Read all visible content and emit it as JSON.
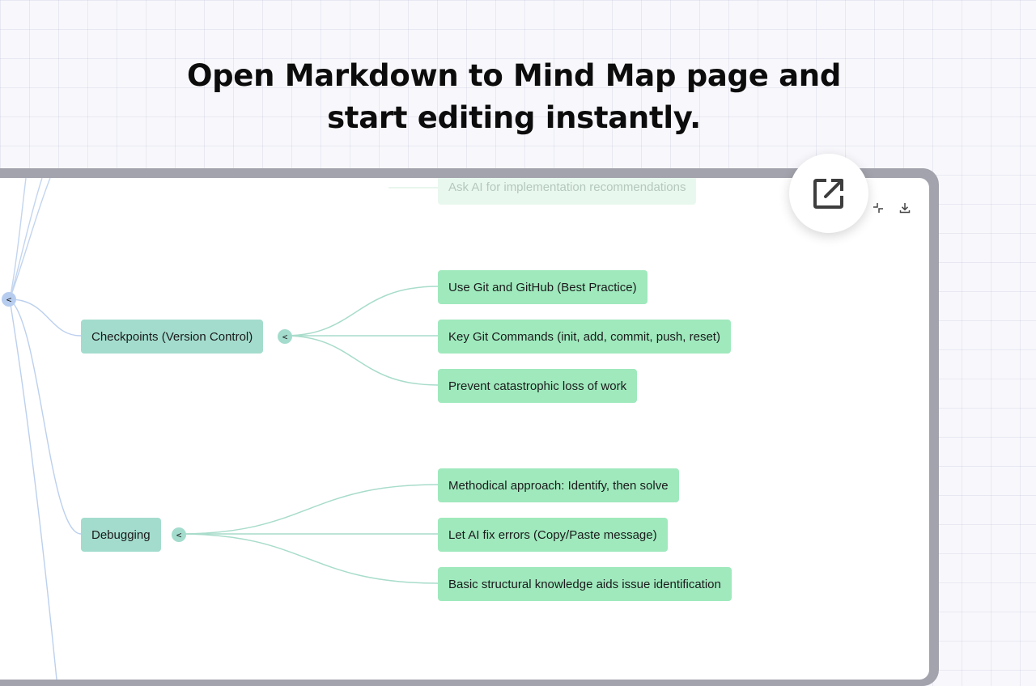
{
  "headline": {
    "line1": "Open Markdown to Mind Map page and",
    "line2": "start editing instantly."
  },
  "mindmap": {
    "partial_top_node": "Ask AI for implementation recommendations",
    "branches": [
      {
        "label": "Checkpoints (Version Control)",
        "toggle": "<",
        "children": [
          "Use Git and GitHub (Best Practice)",
          "Key Git Commands (init, add, commit, push, reset)",
          "Prevent catastrophic loss of work"
        ]
      },
      {
        "label": "Debugging",
        "toggle": "<",
        "children": [
          "Methodical approach: Identify, then solve",
          "Let AI fix errors (Copy/Paste message)",
          "Basic structural knowledge aids issue identification"
        ]
      }
    ],
    "root_toggle": "<"
  },
  "toolbar": {
    "icons": [
      "collapse-icon",
      "download-icon"
    ]
  },
  "open_button": {
    "icon": "open-external-icon"
  },
  "colors": {
    "leaf_node": "#9fe9bd",
    "branch_node": "#a3dccd",
    "edge_green": "#a3dccd",
    "edge_blue": "#b7cdf0",
    "frame": "#a3a3ad"
  }
}
